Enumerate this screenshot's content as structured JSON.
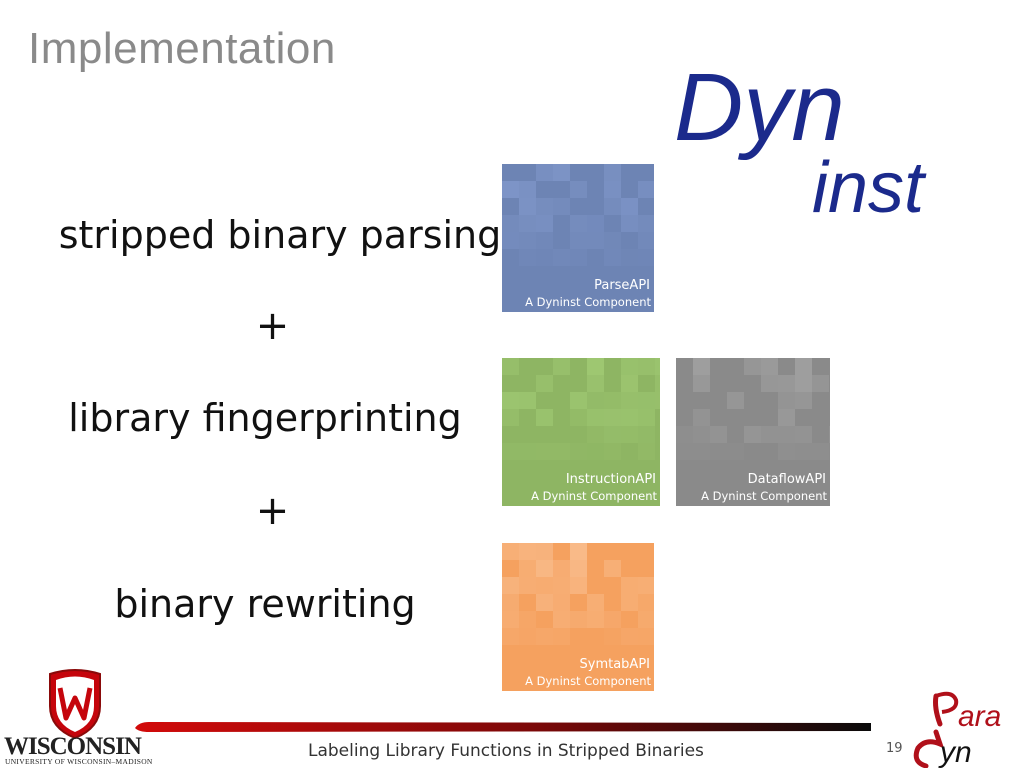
{
  "slide": {
    "title": "Implementation",
    "lines": [
      "stripped binary parsing",
      "library fingerprinting",
      "binary rewriting"
    ],
    "plus_sign": "+",
    "footer_title": "Labeling Library Functions in Stripped Binaries",
    "page_number": "19"
  },
  "tiles": [
    {
      "name": "ParseAPI",
      "subtitle": "A Dyninst Component",
      "color": "#6d84b4",
      "light": "#8fa6dc"
    },
    {
      "name": "InstructionAPI",
      "subtitle": "A Dyninst Component",
      "color": "#8eb563",
      "light": "#aeda80"
    },
    {
      "name": "DataflowAPI",
      "subtitle": "A Dyninst Component",
      "color": "#8a8a8a",
      "light": "#b5b5b5"
    },
    {
      "name": "SymtabAPI",
      "subtitle": "A Dyninst Component",
      "color": "#f5a15f",
      "light": "#fcd2b0"
    }
  ],
  "logos": {
    "dyninst_top": "Dyn",
    "dyninst_bottom": "inst",
    "dyninst_color": "#1b2a8c",
    "wisconsin_name": "WISCONSIN",
    "wisconsin_sub": "UNIVERSITY OF WISCONSIN–MADISON",
    "wisconsin_color": "#c5050c",
    "paradyn_top": "ara",
    "paradyn_bottom": "yn",
    "paradyn_color": "#b0101a"
  }
}
